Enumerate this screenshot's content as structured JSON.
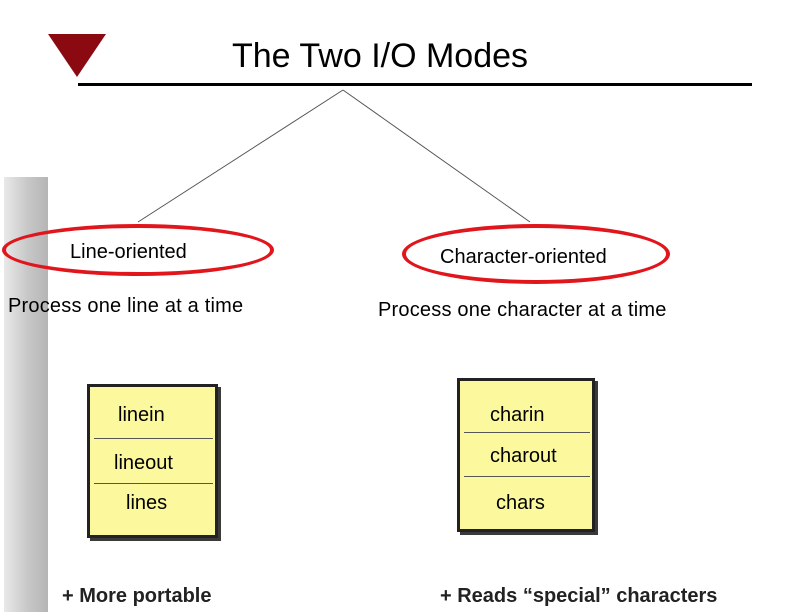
{
  "title": "The Two I/O Modes",
  "left": {
    "heading": "Line-oriented",
    "description": "Process one line at a time",
    "items": [
      "linein",
      "lineout",
      "lines"
    ],
    "footer": "+  More portable"
  },
  "right": {
    "heading": "Character-oriented",
    "description": "Process one character at a time",
    "items": [
      "charin",
      "charout",
      "chars"
    ],
    "footer": "+  Reads “special” characters"
  },
  "colors": {
    "triangle": "#8b0a12",
    "ellipse": "#e0161c",
    "box_fill": "#fcf89e"
  }
}
